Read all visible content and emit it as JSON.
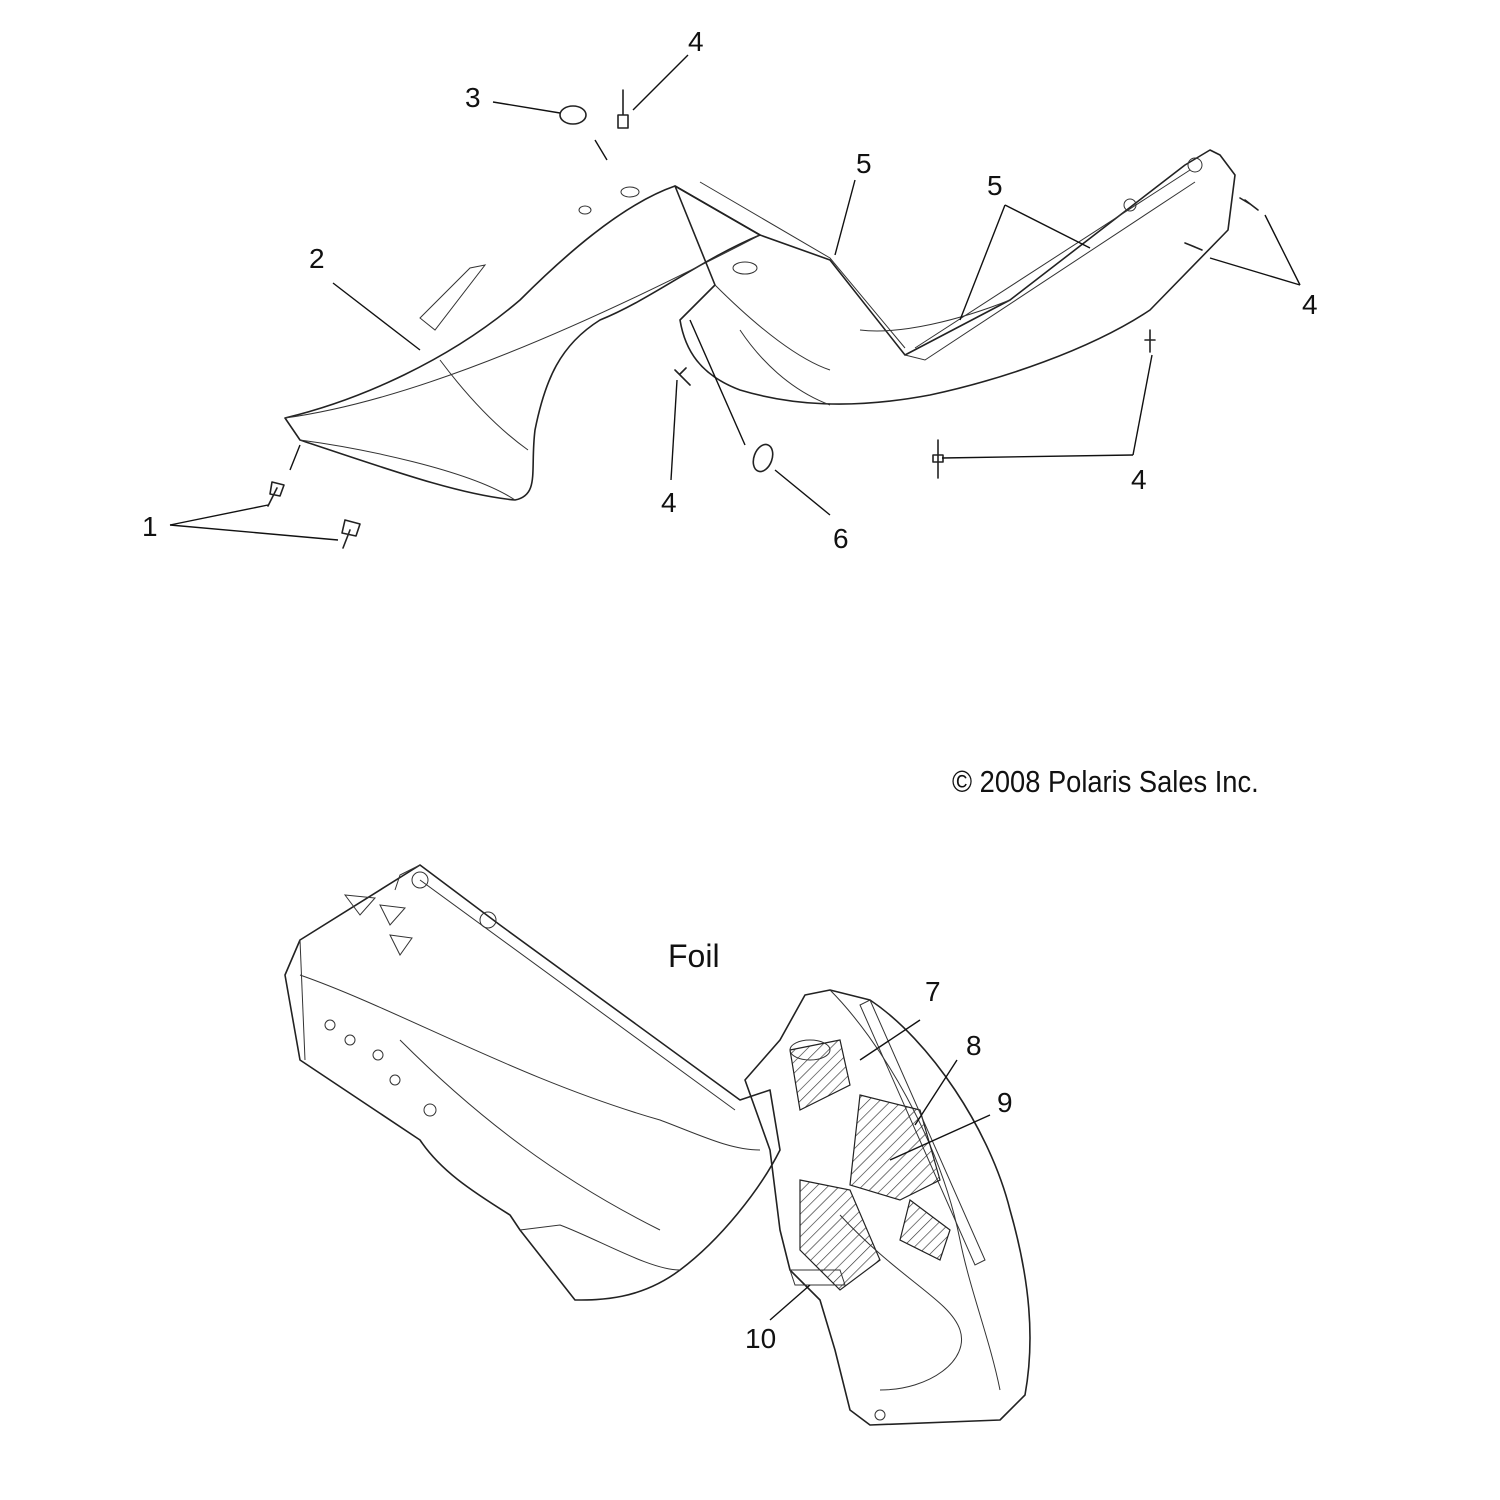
{
  "diagram": {
    "callouts": {
      "c1": "1",
      "c2": "2",
      "c3": "3",
      "c4a": "4",
      "c4b": "4",
      "c4c": "4",
      "c4d": "4",
      "c5a": "5",
      "c5b": "5",
      "c6": "6",
      "c7": "7",
      "c8": "8",
      "c9": "9",
      "c10": "10"
    },
    "foil_label": "Foil",
    "copyright": "© 2008 Polaris Sales Inc."
  }
}
